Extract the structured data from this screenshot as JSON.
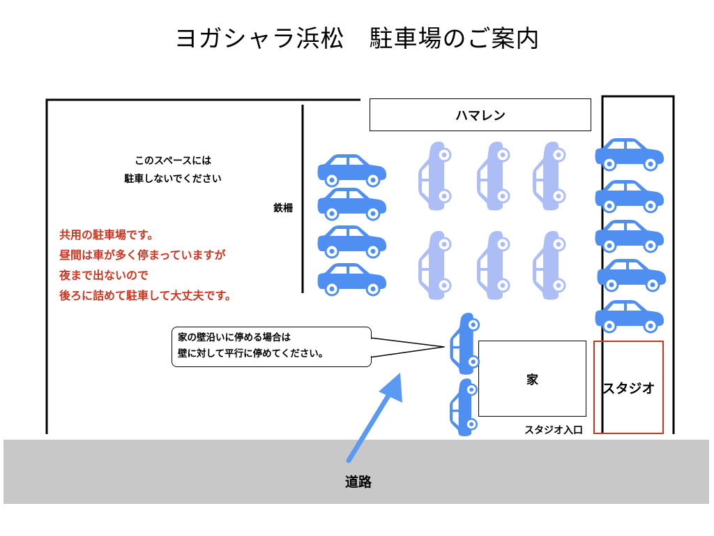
{
  "title": "ヨガシャラ浜松　駐車場のご案内",
  "labels": {
    "hamaren": "ハマレン",
    "no_parking_line1": "このスペースには",
    "no_parking_line2": "駐車しないでください",
    "iron_fence": "鉄柵",
    "shared_line1": "共用の駐車場です。",
    "shared_line2": "昼間は車が多く停まっていますが",
    "shared_line3": "夜まで出ないので",
    "shared_line4": "後ろに詰めて駐車して大丈夫です。",
    "bubble_line1": "家の壁沿いに停める場合は",
    "bubble_line2": "壁に対して平行に停めてください。",
    "house": "家",
    "studio": "スタジオ",
    "studio_entrance": "スタジオ入口",
    "road": "道路"
  },
  "colors": {
    "car_blue": "#4f8ff2",
    "car_faded": "#adbdf5",
    "warning_red": "#d0331e",
    "arrow_blue": "#5b9af2",
    "road_gray": "#c8c8c8"
  },
  "icons": {
    "car": "car-icon",
    "arrow": "up-right-arrow-icon"
  }
}
